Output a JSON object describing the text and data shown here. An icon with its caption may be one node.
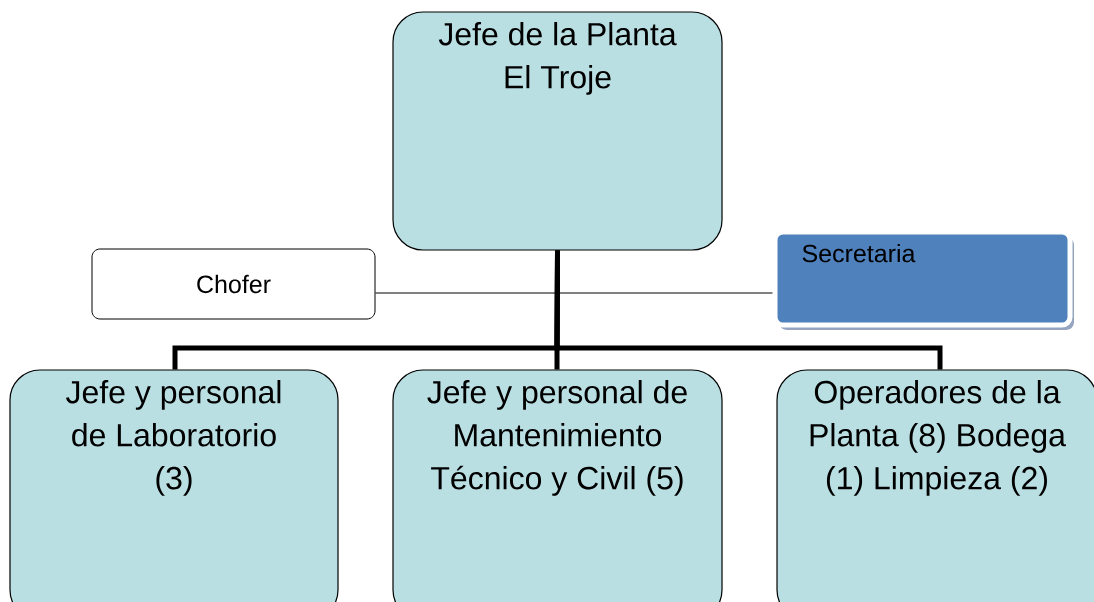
{
  "diagram": {
    "nodes": [
      {
        "text": [
          "Jefe de la Planta El Troje"
        ]
      },
      {
        "text": [
          "Chofer"
        ]
      },
      {
        "text": [
          "Secretaria"
        ]
      },
      {
        "text": [
          "Jefe y personal de Laboratorio (3)"
        ]
      },
      {
        "text": [
          "Jefe y personal de Mantenimiento Técnico y Civil (5)"
        ]
      },
      {
        "text": [
          "Operadores de la Planta (8) Bodega (1) Limpieza (2)"
        ]
      }
    ],
    "edges": [
      {
        "from": 0,
        "to": 1,
        "arrow": "none"
      },
      {
        "from": 0,
        "to": 2,
        "arrow": "none"
      },
      {
        "from": 0,
        "to": 3,
        "arrow": "none"
      },
      {
        "from": 0,
        "to": 4,
        "arrow": "none"
      },
      {
        "from": 0,
        "to": 5,
        "arrow": "none"
      }
    ]
  }
}
